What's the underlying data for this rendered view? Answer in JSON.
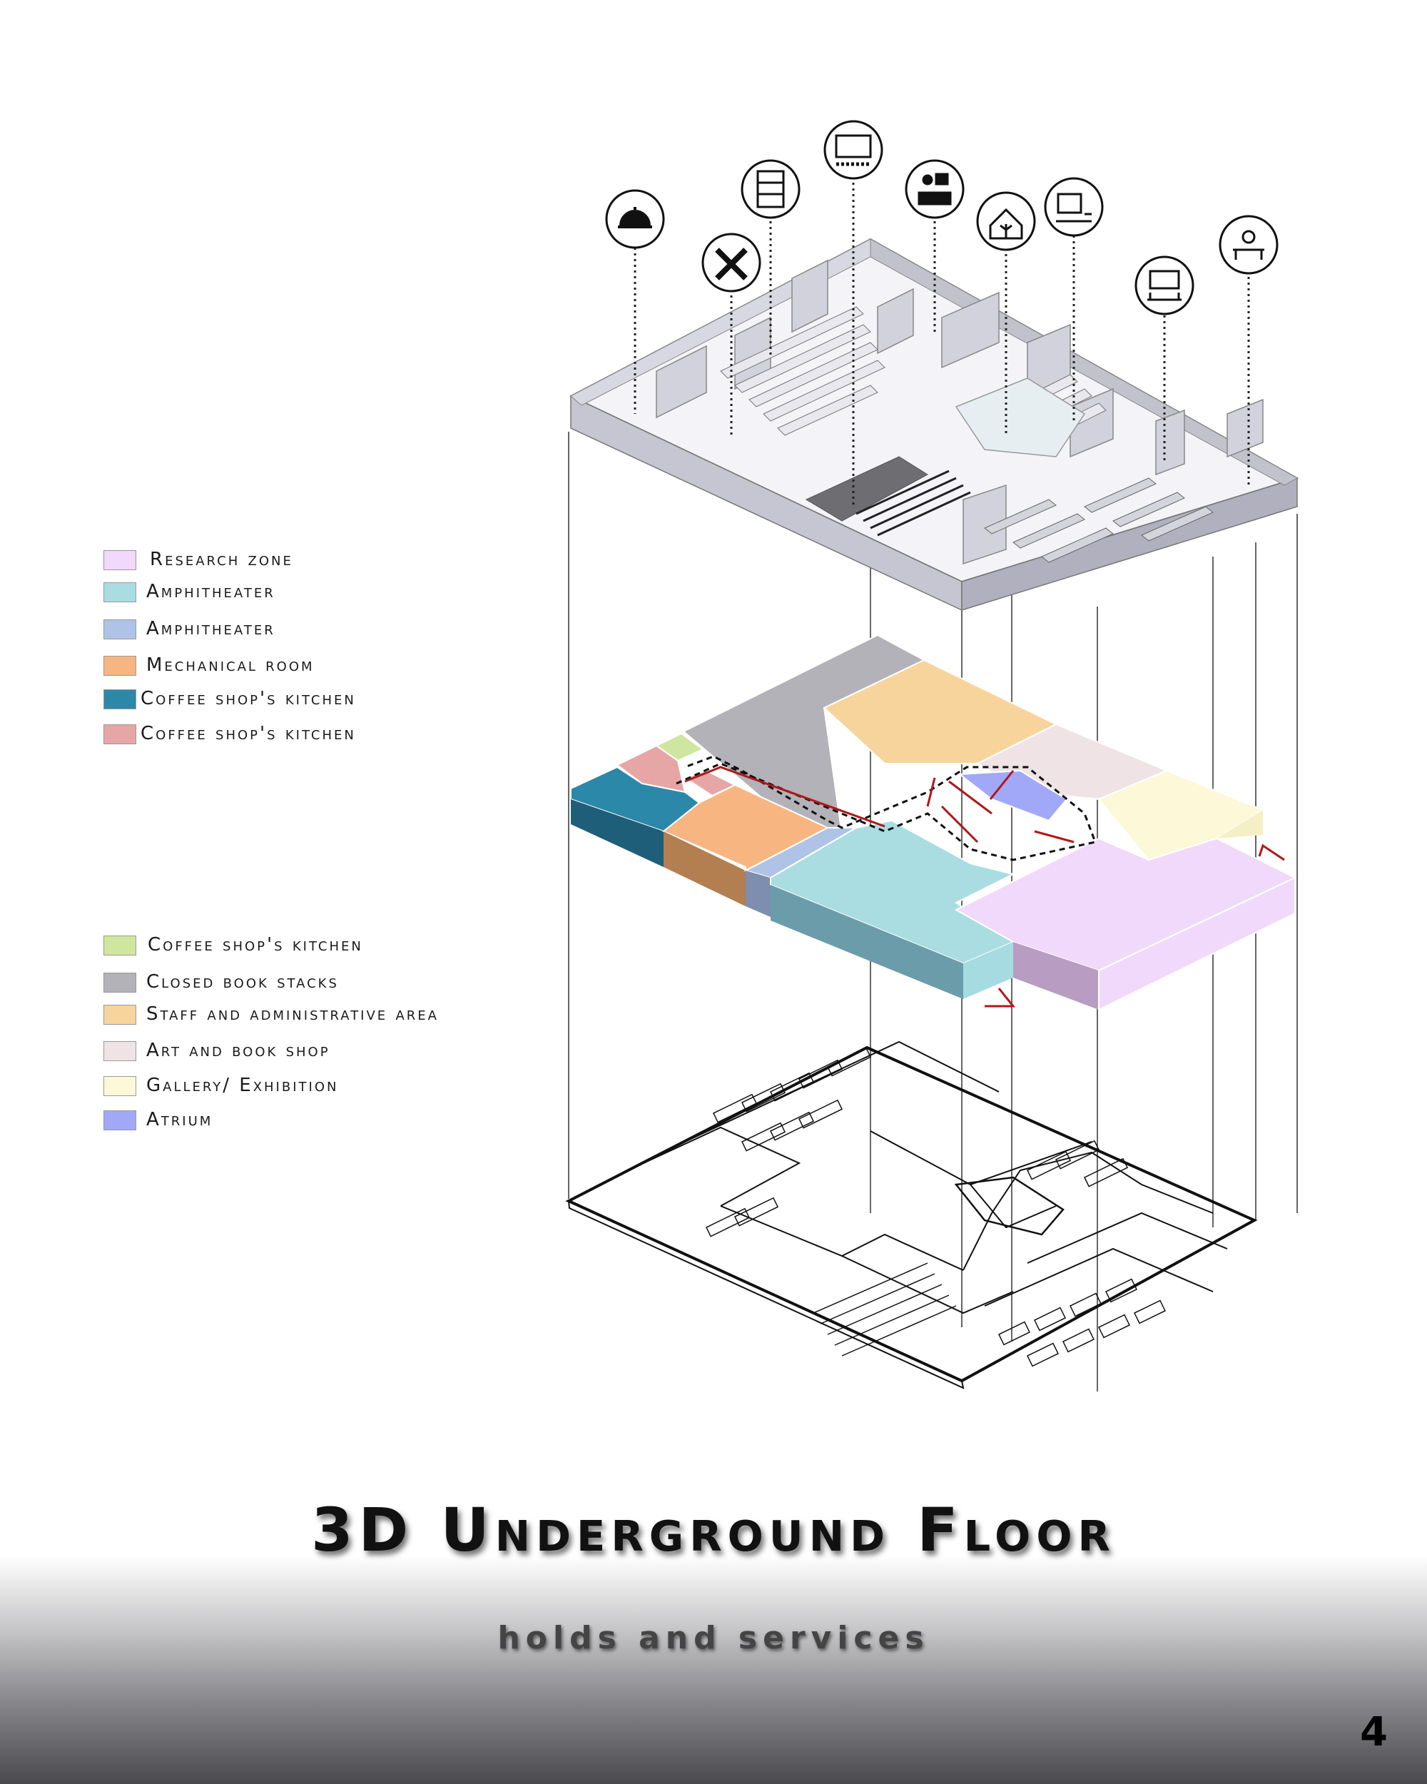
{
  "title": "3D Underground Floor",
  "subtitle": "holds and services",
  "page_number": "4",
  "icons": [
    "service-cloche-icon",
    "tools-icon",
    "bookshelf-icon",
    "presentation-screen-icon",
    "reception-desk-icon",
    "house-tree-icon",
    "computer-workstation-icon",
    "exhibition-display-icon",
    "reading-meeting-icon"
  ],
  "legend_top": [
    {
      "label": "Research zone",
      "color": "#f1d9fb"
    },
    {
      "label": "Amphitheater",
      "color": "#a9dde2"
    },
    {
      "label": "Amphitheater",
      "color": "#aec3e6"
    },
    {
      "label": "Mechanical room",
      "color": "#f7b681"
    },
    {
      "label": "Coffee shop's kitchen",
      "color": "#2b88a8"
    },
    {
      "label": "Coffee shop's kitchen",
      "color": "#e6a6a6"
    }
  ],
  "legend_bottom": [
    {
      "label": "Coffee shop's kitchen",
      "color": "#cfe6a0"
    },
    {
      "label": "Closed book stacks",
      "color": "#b2b2b8"
    },
    {
      "label": "Staff and administrative area",
      "color": "#f7d49c"
    },
    {
      "label": "Art and book shop",
      "color": "#efe3e6"
    },
    {
      "label": "Gallery/ Exhibition",
      "color": "#fcf8d8"
    },
    {
      "label": "Atrium",
      "color": "#a2a8f8"
    }
  ]
}
